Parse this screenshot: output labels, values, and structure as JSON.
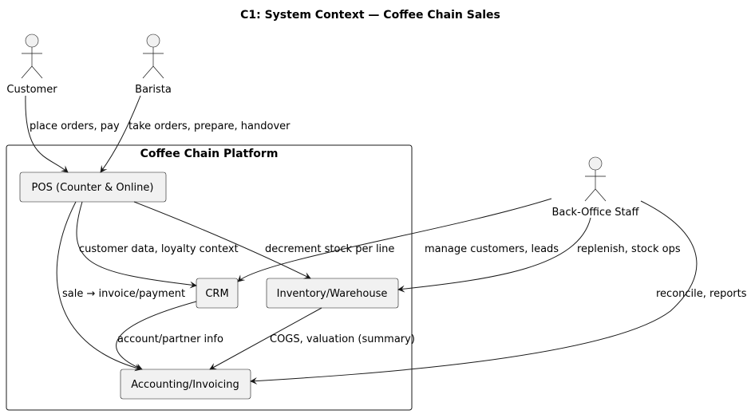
{
  "title": "C1: System Context — Coffee Chain Sales",
  "boundary": {
    "label": "Coffee Chain Platform"
  },
  "actors": {
    "customer": "Customer",
    "barista": "Barista",
    "backoffice": "Back-Office Staff"
  },
  "nodes": {
    "pos": "POS (Counter & Online)",
    "crm": "CRM",
    "inventory": "Inventory/Warehouse",
    "accounting": "Accounting/Invoicing"
  },
  "edges": {
    "customer_pos": "place orders, pay",
    "barista_pos": "take orders, prepare, handover",
    "pos_crm": "customer data, loyalty context",
    "pos_inventory": "decrement stock per line",
    "pos_accounting": "sale → invoice/payment",
    "crm_accounting": "account/partner info",
    "inventory_accounting": "COGS, valuation (summary)",
    "backoffice_crm": "manage customers, leads",
    "backoffice_inventory": "replenish, stock ops",
    "backoffice_accounting": "reconcile, reports"
  }
}
